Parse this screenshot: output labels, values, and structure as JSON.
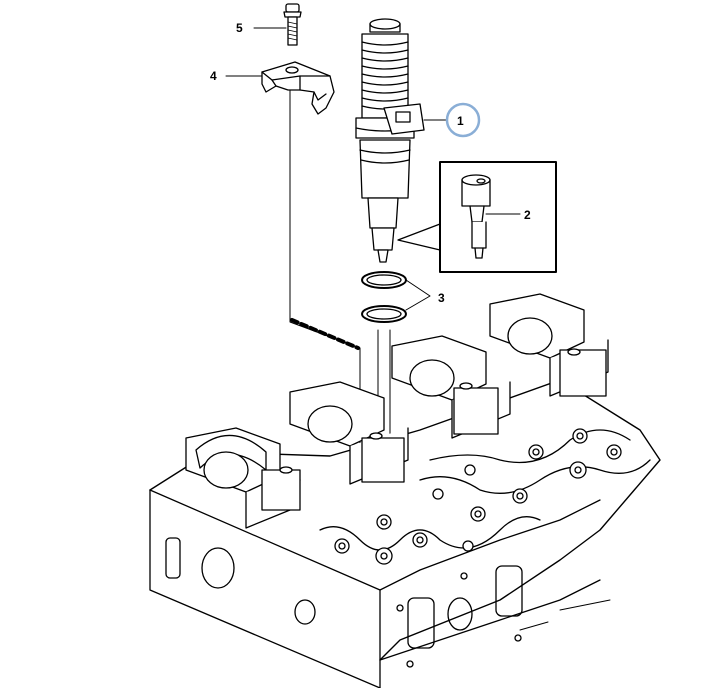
{
  "diagram": {
    "callouts": [
      {
        "id": "1",
        "label": "1",
        "highlighted": true
      },
      {
        "id": "2",
        "label": "2"
      },
      {
        "id": "3",
        "label": "3"
      },
      {
        "id": "4",
        "label": "4"
      },
      {
        "id": "5",
        "label": "5"
      }
    ],
    "colors": {
      "line": "#000000",
      "highlight_ring": "#8aaed6",
      "background": "#ffffff"
    }
  }
}
